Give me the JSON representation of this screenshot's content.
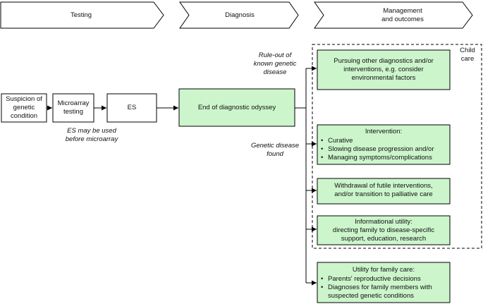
{
  "stages": {
    "testing": "Testing",
    "diagnosis": "Diagnosis",
    "management_line1": "Management",
    "management_line2": "and outcomes"
  },
  "boxes": {
    "suspicion_line1": "Suspicion of",
    "suspicion_line2": "genetic",
    "suspicion_line3": "condition",
    "microarray_line1": "Microarray",
    "microarray_line2": "testing",
    "es": "ES",
    "end_odyssey": "End of diagnostic odyssey"
  },
  "annotations": {
    "es_note_line1": "ES may be used",
    "es_note_line2": "before microarray",
    "ruleout_line1": "Rule-out of",
    "ruleout_line2": "known genetic",
    "ruleout_line3": "disease",
    "found_line1": "Genetic disease",
    "found_line2": "found",
    "child_care_line1": "Child",
    "child_care_line2": "care"
  },
  "outcomes": {
    "pursuing_line1": "Pursuing other diagnostics and/or",
    "pursuing_line2": "interventions, e.g. consider",
    "pursuing_line3": "environmental factors",
    "intervention_title": "Intervention:",
    "intervention_items": [
      "Curative",
      "Slowing disease progression and/or",
      "Managing symptoms/complications"
    ],
    "withdrawal_line1": "Withdrawal of futile interventions,",
    "withdrawal_line2": "and/or transition to palliative care",
    "informational_line1": "Informational utility:",
    "informational_line2": "directing family to disease-specific",
    "informational_line3": "support, education, research",
    "family_title": "Utility for family care:",
    "family_items": [
      "Parents' reproductive decisions",
      "Diagnoses for family members with",
      "suspected genetic conditions"
    ]
  },
  "colors": {
    "box_green": "#ccf5cc",
    "stroke": "#000000"
  }
}
